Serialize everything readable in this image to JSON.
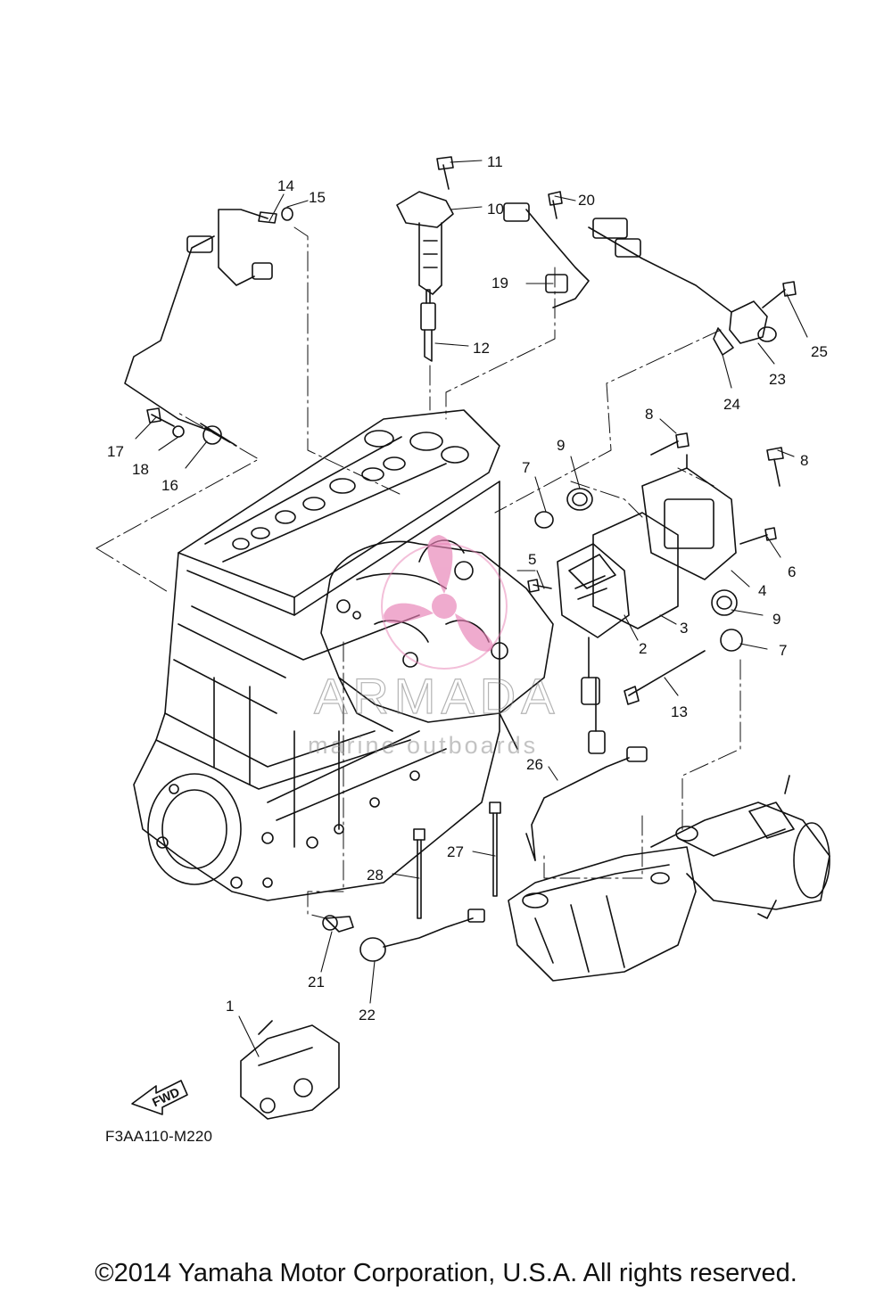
{
  "diagram": {
    "code": "F3AA110-M220",
    "copyright": "©2014 Yamaha Motor Corporation, U.S.A. All rights reserved.",
    "fwd_label": "FWD",
    "watermark": {
      "name": "ARMADA",
      "tagline": "marine outboards",
      "accent_color": "#e77fb4"
    },
    "callouts": [
      {
        "num": "1"
      },
      {
        "num": "2"
      },
      {
        "num": "3"
      },
      {
        "num": "4"
      },
      {
        "num": "5"
      },
      {
        "num": "6"
      },
      {
        "num": "7"
      },
      {
        "num": "7"
      },
      {
        "num": "8"
      },
      {
        "num": "8"
      },
      {
        "num": "9"
      },
      {
        "num": "9"
      },
      {
        "num": "10"
      },
      {
        "num": "11"
      },
      {
        "num": "12"
      },
      {
        "num": "13"
      },
      {
        "num": "14"
      },
      {
        "num": "15"
      },
      {
        "num": "16"
      },
      {
        "num": "17"
      },
      {
        "num": "18"
      },
      {
        "num": "19"
      },
      {
        "num": "20"
      },
      {
        "num": "21"
      },
      {
        "num": "22"
      },
      {
        "num": "23"
      },
      {
        "num": "24"
      },
      {
        "num": "25"
      },
      {
        "num": "26"
      },
      {
        "num": "27"
      },
      {
        "num": "28"
      }
    ]
  }
}
